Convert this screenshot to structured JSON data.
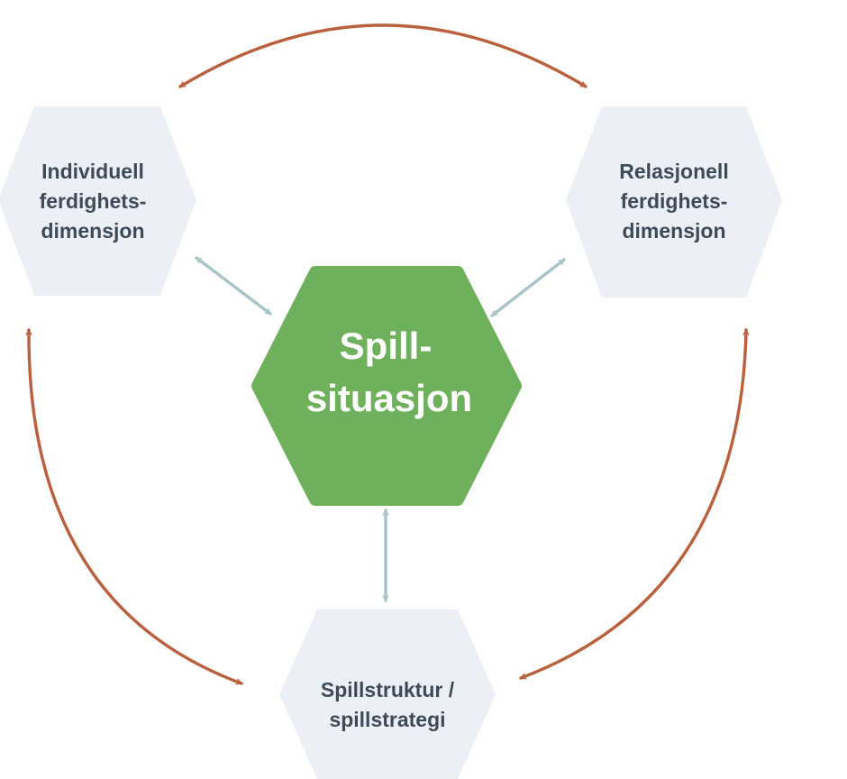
{
  "center": {
    "line1": "Spill-",
    "line2": "situasjon",
    "color": "#6fb05c"
  },
  "nodes": {
    "individual": {
      "line1": "Individuell",
      "line2": "ferdighets-",
      "line3": "dimensjon"
    },
    "relational": {
      "line1": "Relasjonell",
      "line2": "ferdighets-",
      "line3": "dimensjon"
    },
    "structure": {
      "line1": "Spillstruktur /",
      "line2": "spillstrategi"
    }
  },
  "colors": {
    "outer_node_fill": "#eceff3",
    "outer_arrow": "#b9603e",
    "inner_arrow": "#a9c4c8",
    "text": "#3d4a5a"
  }
}
